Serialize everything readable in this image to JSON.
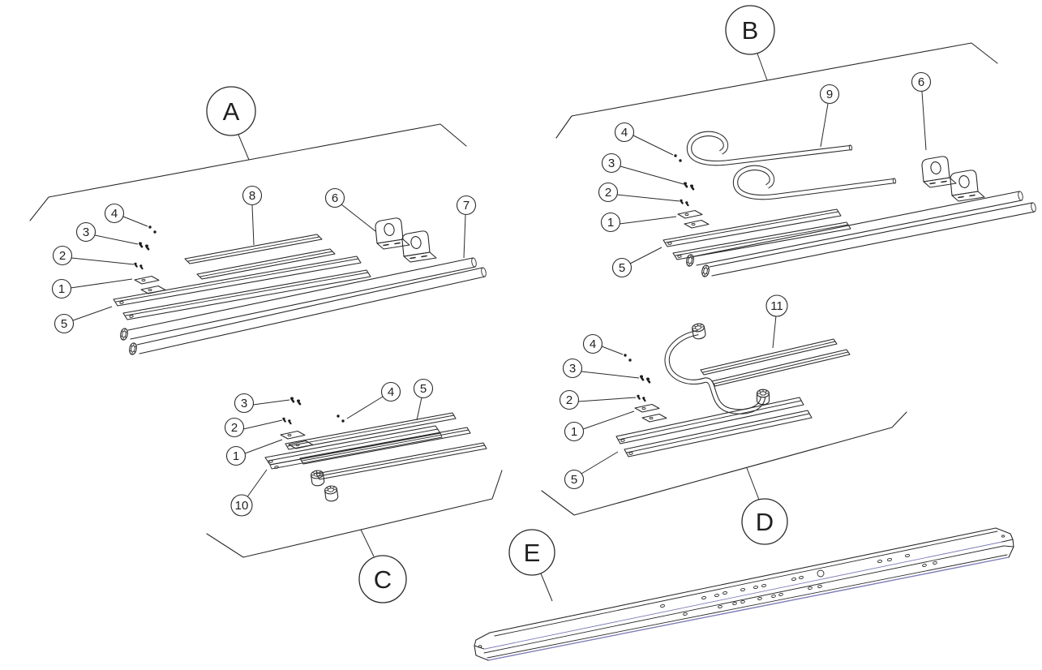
{
  "document": {
    "type": "exploded-parts-diagram",
    "sections": [
      "A",
      "B",
      "C",
      "D",
      "E"
    ]
  },
  "colors": {
    "highlight": "#ffe800",
    "highlight_text": "#3a3a3a",
    "purple": "#7d7db8"
  },
  "balloons": {
    "a": "A",
    "b": "B",
    "c": "C",
    "d": "D",
    "e": "E"
  },
  "callouts": {
    "a4": "4",
    "a3": "3",
    "a2": "2",
    "a1": "1",
    "a5": "5",
    "a8": "8",
    "a6": "6",
    "a7": "7",
    "b4": "4",
    "b3": "3",
    "b2": "2",
    "b1": "1",
    "b5": "5",
    "b9": "9",
    "b6": "6",
    "c3": "3",
    "c2": "2",
    "c1": "1",
    "c10": "10",
    "c4": "4",
    "c5": "5",
    "d4": "4",
    "d3": "3",
    "d2": "2",
    "d1": "1",
    "d5": "5",
    "d11": "11"
  }
}
